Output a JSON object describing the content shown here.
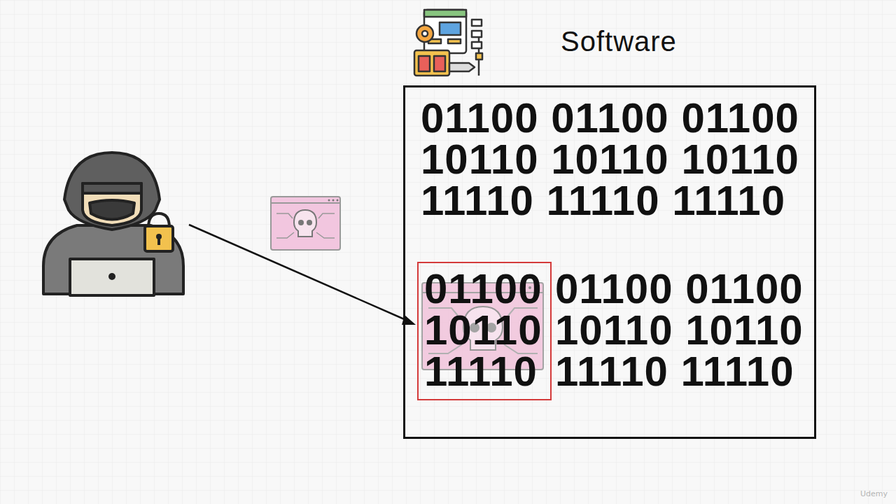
{
  "diagram": {
    "nodes": [
      {
        "text": [
          "Software",
          "01100 01100 01100 10110 10110 10110 11110 11110 11110",
          "01100 01100 10110 10110 11110 11110"
        ]
      },
      {
        "text": [
          "01100 10110 11110"
        ],
        "in": 0
      }
    ],
    "labels": [
      "Udemy"
    ]
  }
}
